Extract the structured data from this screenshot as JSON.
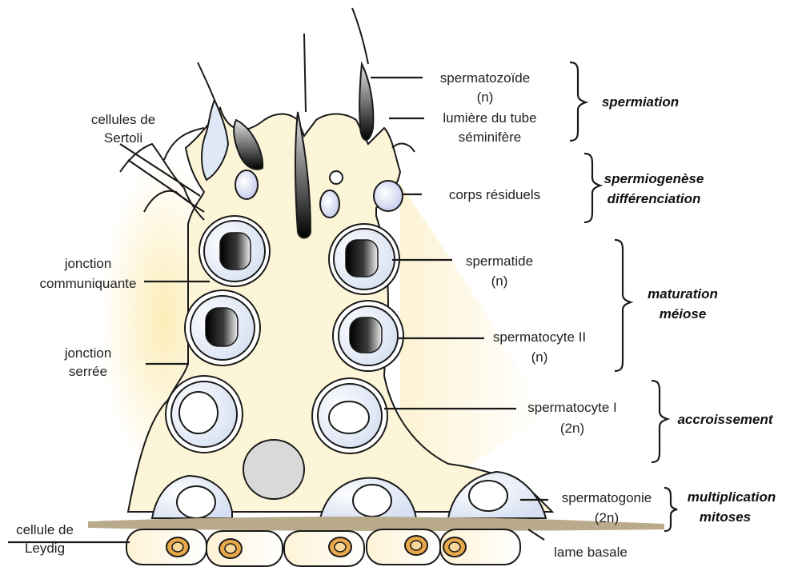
{
  "colors": {
    "sertoli": "#fdf6dc",
    "glow": "#fbe9a9",
    "cell": "#e8eef8",
    "cell_rim": "#ffffff",
    "basal": "#b6a98b",
    "leydig_fill": "#fffaf0",
    "leydig_nucleus": "#e9a94b",
    "residual": "#cfd4ee",
    "nucleus_dark": "#1a1a1a",
    "gray_nucleus": "#d9d9d9"
  },
  "labels_left": {
    "sertoli": [
      "cellules de",
      "Sertoli"
    ],
    "gap_junction": [
      "jonction",
      "communiquante"
    ],
    "tight_junction": [
      "jonction",
      "serrée"
    ],
    "leydig": [
      "cellule de",
      "Leydig"
    ]
  },
  "labels_right": {
    "spermatozoid": [
      "spermatozoïde",
      "(n)"
    ],
    "lumen": [
      "lumière du tube",
      "séminifère"
    ],
    "residual_bodies": "corps résiduels",
    "spermatid": [
      "spermatide",
      "(n)"
    ],
    "spermatocyte2": [
      "spermatocyte II",
      "(n)"
    ],
    "spermatocyte1": [
      "spermatocyte I",
      "(2n)"
    ],
    "spermatogonia": [
      "spermatogonie",
      "(2n)"
    ],
    "basal_lamina": "lame basale"
  },
  "phases": {
    "spermiation": [
      "spermiation"
    ],
    "spermiogenesis": [
      "spermiogenèse",
      "différenciation"
    ],
    "maturation": [
      "maturation",
      "méiose"
    ],
    "growth": [
      "accroissement"
    ],
    "multiplication": [
      "multiplication",
      "mitoses"
    ]
  },
  "icons": {
    "brace": "curly-brace-icon"
  }
}
